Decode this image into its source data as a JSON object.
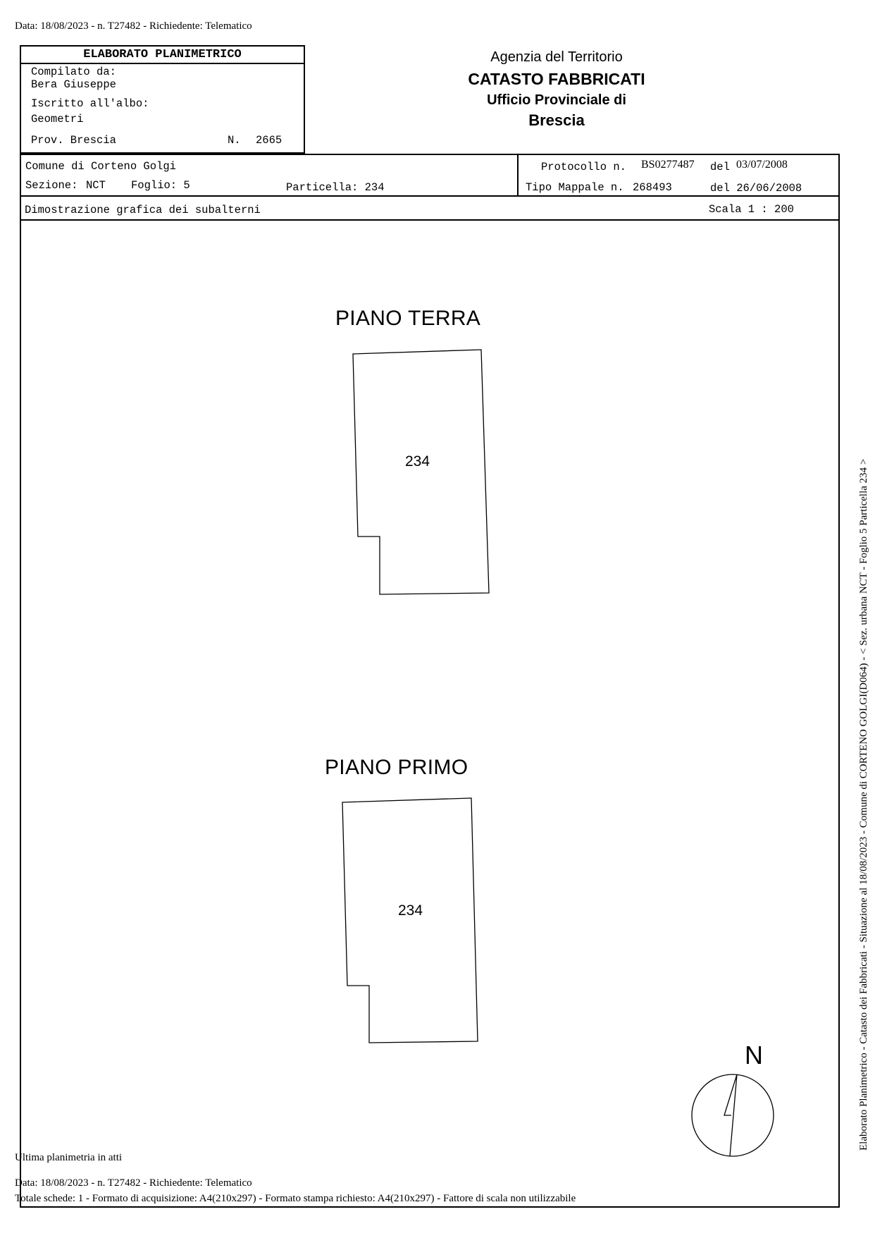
{
  "header": {
    "top_line": "Data: 18/08/2023 - n. T27482 - Richiedente: Telematico"
  },
  "elaborato": {
    "title": "ELABORATO PLANIMETRICO",
    "compilato_label": "Compilato da:",
    "compilato_name": "Bera Giuseppe",
    "iscritto_label": "Iscritto all'albo:",
    "iscritto_value": "Geometri",
    "prov_label": "Prov. Brescia",
    "number_label": "N.",
    "number_value": "2665"
  },
  "agency": {
    "line1": "Agenzia del Territorio",
    "line2": "CATASTO FABBRICATI",
    "line3": "Ufficio Provinciale di",
    "line4": "Brescia"
  },
  "info": {
    "comune": "Comune di Corteno Golgi",
    "sezione_label": "Sezione:",
    "sezione_value": "NCT",
    "foglio": "Foglio: 5",
    "particella": "Particella: 234",
    "protocollo_label": "Protocollo n.",
    "protocollo_value": "BS0277487",
    "protocollo_del_label": "del",
    "protocollo_date": "03/07/2008",
    "tipo_mappale_label": "Tipo Mappale n.",
    "tipo_mappale_value": "268493",
    "tipo_mappale_date": "del 26/06/2008",
    "dimostrazione": "Dimostrazione grafica dei subalterni",
    "scala": "Scala 1 : 200"
  },
  "plan": {
    "floors": [
      {
        "title": "PIANO TERRA",
        "parcel": "234"
      },
      {
        "title": "PIANO PRIMO",
        "parcel": "234"
      }
    ],
    "north_label": "N"
  },
  "footer": {
    "ultima": "Ultima planimetria in atti",
    "data_line": "Data: 18/08/2023 - n. T27482 - Richiedente: Telematico",
    "totale_line": "Totale schede: 1 - Formato di acquisizione: A4(210x297)  - Formato stampa richiesto: A4(210x297) - Fattore di scala non utilizzabile"
  },
  "side_text": "Elaborato Planimetrico - Catasto dei Fabbricati - Situazione al 18/08/2023 - Comune di CORTENO GOLGI(D064) - < Sez. urbana NCT - Foglio 5 Particella 234 >"
}
